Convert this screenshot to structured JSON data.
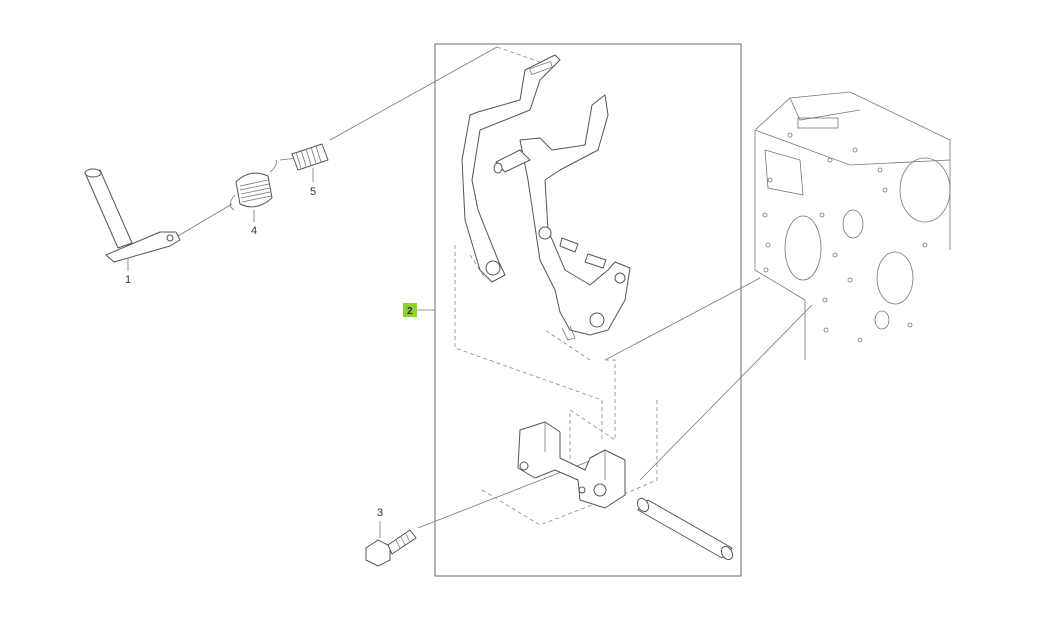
{
  "callouts": {
    "c1": "1",
    "c2": "2",
    "c3": "3",
    "c4": "4",
    "c5": "5"
  },
  "colors": {
    "highlight": "#8bd12f",
    "line": "#6a6a6a"
  }
}
